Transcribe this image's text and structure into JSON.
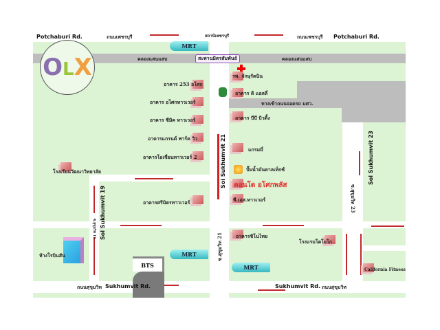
{
  "roads": {
    "potchaburi_en": "Potchaburi Rd.",
    "potchaburi_th": "ถนนเพชรบุรี",
    "sukhumvit_en": "Sukhumvit Rd.",
    "sukhumvit_th": "ถนนสุขุมวิท",
    "soi21_en": "Soi Sukhumvit 21",
    "soi21_th": "ซ.สุขุมวิท 21",
    "soi19_en": "Sol Sukhumvit 19",
    "soi19_th": "ซ.สุขุมวิท 19",
    "soi23_en": "Sol Sukhumvit 23",
    "soi23_th": "ซ.สุขุมวิท 23",
    "canal": "คลองแสนแสบ",
    "bridge": "สะพานมิตรสัมพันธ์",
    "top_intersection": "สถานีเพชรบุรี",
    "parking_entrance": "ทางเข้าถนนจอดรถ มศว."
  },
  "transit": {
    "mrt": "MRT",
    "bts": "BTS"
  },
  "logo": "OLX",
  "places": {
    "b253": "อาคาร 253 อโศก",
    "asoke_tower": "อาคาร อโศกทาวเวอร์",
    "cimic": "อาคาร ซีมิค ทาวเวอร์",
    "grand_park": "อาคารแกรนด์ พาร์ค วิว",
    "ocean_tower": "อาคารโอเชี่ยนทาวเวอร์ 2",
    "school": "โรงเรียนวัฒนาวิทยาลัย",
    "srimitr": "อาคารศรีมิตรทาวเวอร์",
    "robinson": "ห้างโรบินสัน",
    "hospital": "รพ. จักษุรัตนิน",
    "ali": "อาคาร ดิ แอลลี่",
    "bb": "อาคาร บีบี บิวดิ้ง",
    "grammy": "แกรมมี่",
    "caltex": "ปั๊มน้ำมันคาลเท็กซ์",
    "condo": "คอนโด อโศกพลัส",
    "ps_tower": "พี.เอส.ทาวเวอร์",
    "sino_thai": "อาคารชิโนไทย",
    "hotel": "โรงแรมโตโยโก",
    "california": "California Fitness"
  },
  "colors": {
    "highlight": "#e0302a",
    "land": "#dcf3d4",
    "canal": "#bdbdbd"
  }
}
